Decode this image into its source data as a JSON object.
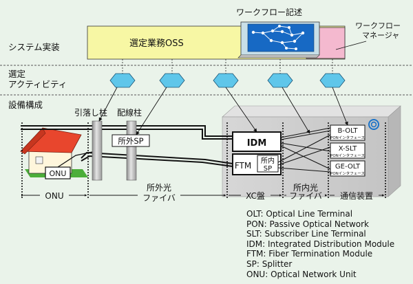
{
  "layers": {
    "system": "システム実装",
    "activity_line1": "選定",
    "activity_line2": "アクティビティ",
    "equipment": "設備構成"
  },
  "workflow": {
    "title": "ワークフロー記述",
    "oss_label": "選定業務OSS",
    "manager_line1": "ワークフロー",
    "manager_line2": "マネージャ"
  },
  "equipment": {
    "drop_pole": "引落し柱",
    "distribution_pole": "配線柱",
    "outdoor_sp": "所外SP",
    "onu": "ONU",
    "idm": "IDM",
    "ftm": "FTM",
    "indoor_sp_line1": "所内",
    "indoor_sp_line2": "SP",
    "b_olt": "B-OLT",
    "x_slt": "X-SLT",
    "ge_olt": "GE-OLT",
    "pon_if": "PONインタフェース"
  },
  "sections": {
    "onu": "ONU",
    "outdoor_fiber_line1": "所外光",
    "outdoor_fiber_line2": "ファイバ",
    "xc": "XC盤",
    "indoor_fiber_line1": "所内光",
    "indoor_fiber_line2": "ファイバ",
    "comm": "通信装置"
  },
  "legend": [
    "OLT: Optical Line Terminal",
    "PON: Passive Optical Network",
    "SLT: Subscriber Line Terminal",
    "IDM: Integrated Distribution Module",
    "FTM: Fiber Termination Module",
    "SP: Splitter",
    "ONU: Optical Network Unit"
  ],
  "colors": {
    "background": "#eaf3ea",
    "oss_bar": "#f7f7a4",
    "manager_box": "#f4b9cf",
    "workflow_box": "#c8dfe8",
    "activity_hex": "#5fc6ea",
    "house_roof": "#e8462d",
    "grass": "#4cae3a",
    "equipment_panel": "#cfcfcf"
  }
}
